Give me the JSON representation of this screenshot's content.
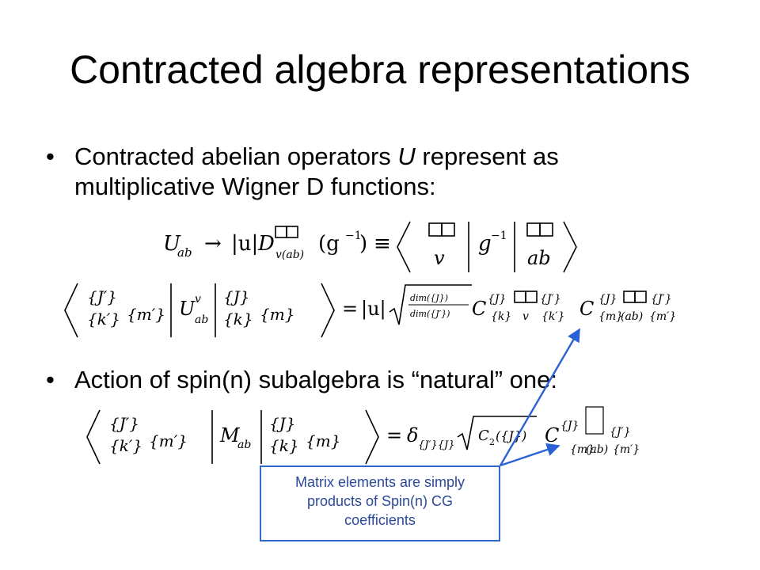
{
  "slide": {
    "title": "Contracted algebra representations",
    "bullets": [
      {
        "symbol": "•",
        "line1_pre": "Contracted abelian operators ",
        "line1_var": "U",
        "line1_post": " represent as",
        "line2": "multiplicative Wigner D functions:"
      },
      {
        "symbol": "•",
        "line1": "Action of spin(n) subalgebra is “natural” one:"
      }
    ],
    "callout": {
      "lines": [
        "Matrix elements are simply",
        "products of Spin(n) CG",
        "coefficients"
      ]
    },
    "colors": {
      "callout_border": "#3366cc",
      "callout_text": "#2b4a9c",
      "arrow": "#2a62d6"
    }
  },
  "equations": {
    "eq1": {
      "lhs": "U",
      "lhs_sub": "ab",
      "arrow": "→",
      "abs": "|u|",
      "D": "D",
      "D_sub": "v(ab)",
      "arg": "(g",
      "arg_sup": "−1",
      "arg_close": ")",
      "equiv": "≡",
      "row_v": "v",
      "g": "g",
      "g_sup": "−1",
      "row_ab": "ab"
    },
    "eq2": {
      "J1": "{J′}",
      "k1": "{k′}",
      "m1": "{m′}",
      "U": "U",
      "U_sup": "v",
      "U_sub": "ab",
      "J2": "{J}",
      "k2": "{k}",
      "m2": "{m}",
      "eq": "=",
      "abs": "|u|",
      "frac_num": "dim({J})",
      "frac_den": "dim({J′})",
      "C": "C",
      "c1_top_l": "{J}",
      "c1_top_r": "{J′}",
      "c1_bot_l": "{k}",
      "c1_bot_m": "v",
      "c1_bot_r": "{k′}",
      "c2_top_l": "{J}",
      "c2_top_r": "{J′}",
      "c2_bot_l": "{m}",
      "c2_bot_m": "(ab)",
      "c2_bot_r": "{m′}"
    },
    "eq3": {
      "J1": "{J′}",
      "k1": "{k′}",
      "m1": "{m′}",
      "M": "M",
      "M_sub": "ab",
      "J2": "{J}",
      "k2": "{k}",
      "m2": "{m}",
      "eq": "=",
      "delta": "δ",
      "delta_sub": "{J′}{J}",
      "C2": "C",
      "C2_sub": "2",
      "C2_arg": "({J})",
      "C": "C",
      "c_top_l": "{J}",
      "c_top_r": "{J′}",
      "c_bot_l": "{m}",
      "c_bot_m": "(ab)",
      "c_bot_r": "{m′}"
    }
  }
}
